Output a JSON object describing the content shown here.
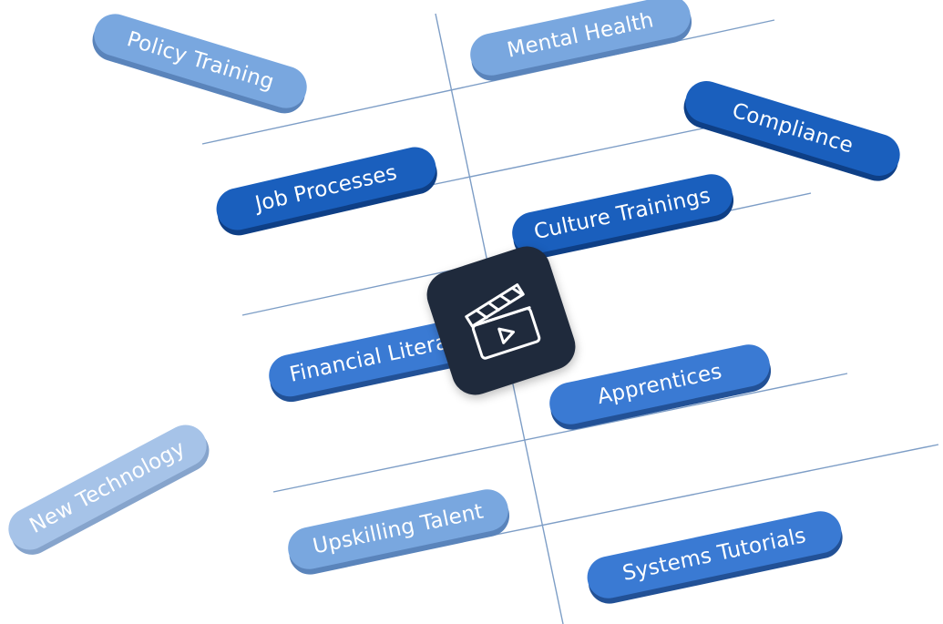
{
  "pills": [
    {
      "id": "policy-training",
      "label": "Policy Training"
    },
    {
      "id": "mental-health",
      "label": "Mental Health"
    },
    {
      "id": "compliance",
      "label": "Compliance"
    },
    {
      "id": "job-processes",
      "label": "Job Processes"
    },
    {
      "id": "culture-trainings",
      "label": "Culture Trainings"
    },
    {
      "id": "financial-literacy",
      "label": "Financial Literacy"
    },
    {
      "id": "apprentices",
      "label": "Apprentices"
    },
    {
      "id": "new-technology",
      "label": "New Technology"
    },
    {
      "id": "upskilling-talent",
      "label": "Upskilling Talent"
    },
    {
      "id": "systems-tutorials",
      "label": "Systems Tutorials"
    }
  ],
  "center_icon": {
    "name": "clapperboard-play-icon",
    "color": "#1f2a3c"
  },
  "colors": {
    "dark": "#1a5fbd",
    "mid": "#3a7ad3",
    "light": "#79a7df",
    "pale": "#a6c3e8",
    "line": "#5f86b5"
  }
}
